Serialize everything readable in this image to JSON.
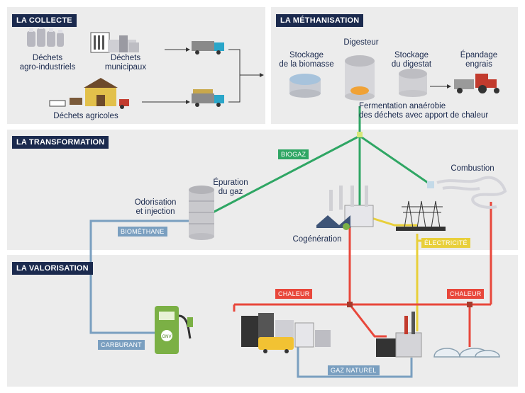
{
  "sections": {
    "collecte": "LA COLLECTE",
    "methanisation": "LA MÉTHANISATION",
    "transformation": "LA TRANSFORMATION",
    "valorisation": "LA VALORISATION"
  },
  "labels": {
    "dechets_agro": "Déchets\nagro-industriels",
    "dechets_municipaux": "Déchets\nmunicipaux",
    "dechets_agricoles": "Déchets agricoles",
    "stockage_biomasse": "Stockage\nde la biomasse",
    "digesteur": "Digesteur",
    "stockage_digestat": "Stockage\ndu digestat",
    "epandage": "Épandage\nengrais",
    "fermentation": "Fermentation anaérobie\ndes déchets avec apport de chaleur",
    "epuration": "Épuration\ndu gaz",
    "odorisation": "Odorisation\net injection",
    "cogeneration": "Cogénération",
    "combustion": "Combustion"
  },
  "tags": {
    "biogaz": "BIOGAZ",
    "biomethane": "BIOMÉTHANE",
    "electricite": "ÉLECTRICITÉ",
    "chaleur_1": "CHALEUR",
    "chaleur_2": "CHALEUR",
    "carburant": "CARBURANT",
    "gaz_naturel": "GAZ NATUREL"
  },
  "pump_badge": "GNV",
  "colors": {
    "navy": "#1b2a4e",
    "biogaz": "#2fa664",
    "biomethane": "#7a9fc0",
    "electricite": "#e8cf3a",
    "chaleur": "#e8473b",
    "panel": "#ececec"
  }
}
